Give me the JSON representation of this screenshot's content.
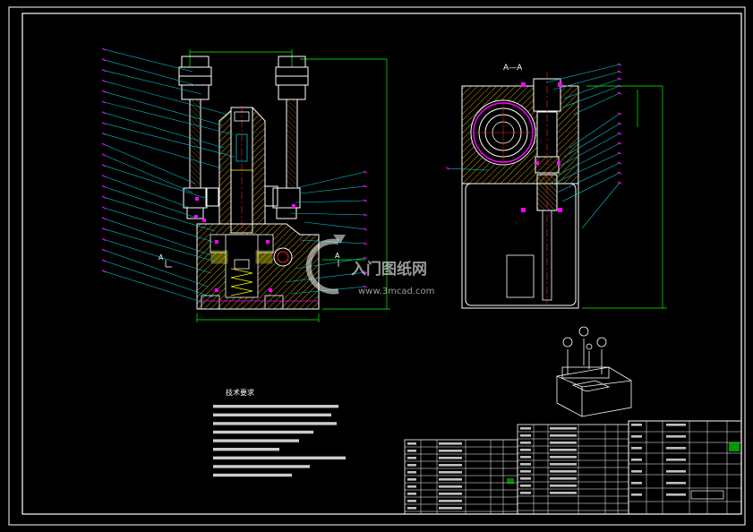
{
  "section_title": "A—A",
  "section_marker": "A",
  "tech_title": "技术要求",
  "watermark": {
    "brand": "入门图纸网",
    "url": "www.3mcad.com"
  },
  "colors": {
    "background": "#000000",
    "frame": "#ffffff",
    "leader": "#00c8d8",
    "dimension": "#00ff00",
    "hatch": "#c8a000",
    "part": "#ffffff",
    "balloon": "#ff00ff",
    "accent_red": "#ff2020",
    "yellow": "#ffff00"
  }
}
